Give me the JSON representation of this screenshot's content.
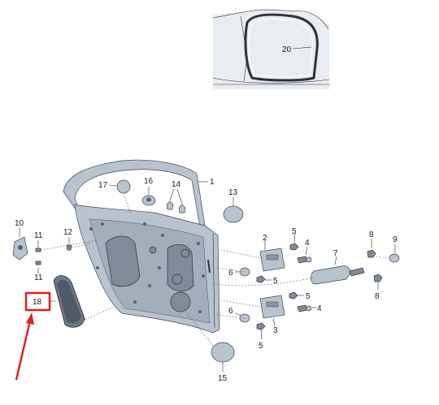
{
  "diagram": {
    "callouts": {
      "c1": "1",
      "c2a": "2",
      "c3": "3",
      "c4a": "4",
      "c4b": "4",
      "c5a": "5",
      "c5b": "5",
      "c5c": "5",
      "c5d": "5",
      "c6a": "6",
      "c6b": "6",
      "c7": "7",
      "c8a": "8",
      "c8b": "8",
      "c9": "9",
      "c10": "10",
      "c11a": "11",
      "c11b": "11",
      "c12": "12",
      "c13": "13",
      "c14": "14",
      "c15": "15",
      "c16": "16",
      "c17": "17",
      "c18": "18",
      "c20": "20"
    },
    "highlight_color": "#e0201c",
    "part_color": "#b9c3cf"
  }
}
